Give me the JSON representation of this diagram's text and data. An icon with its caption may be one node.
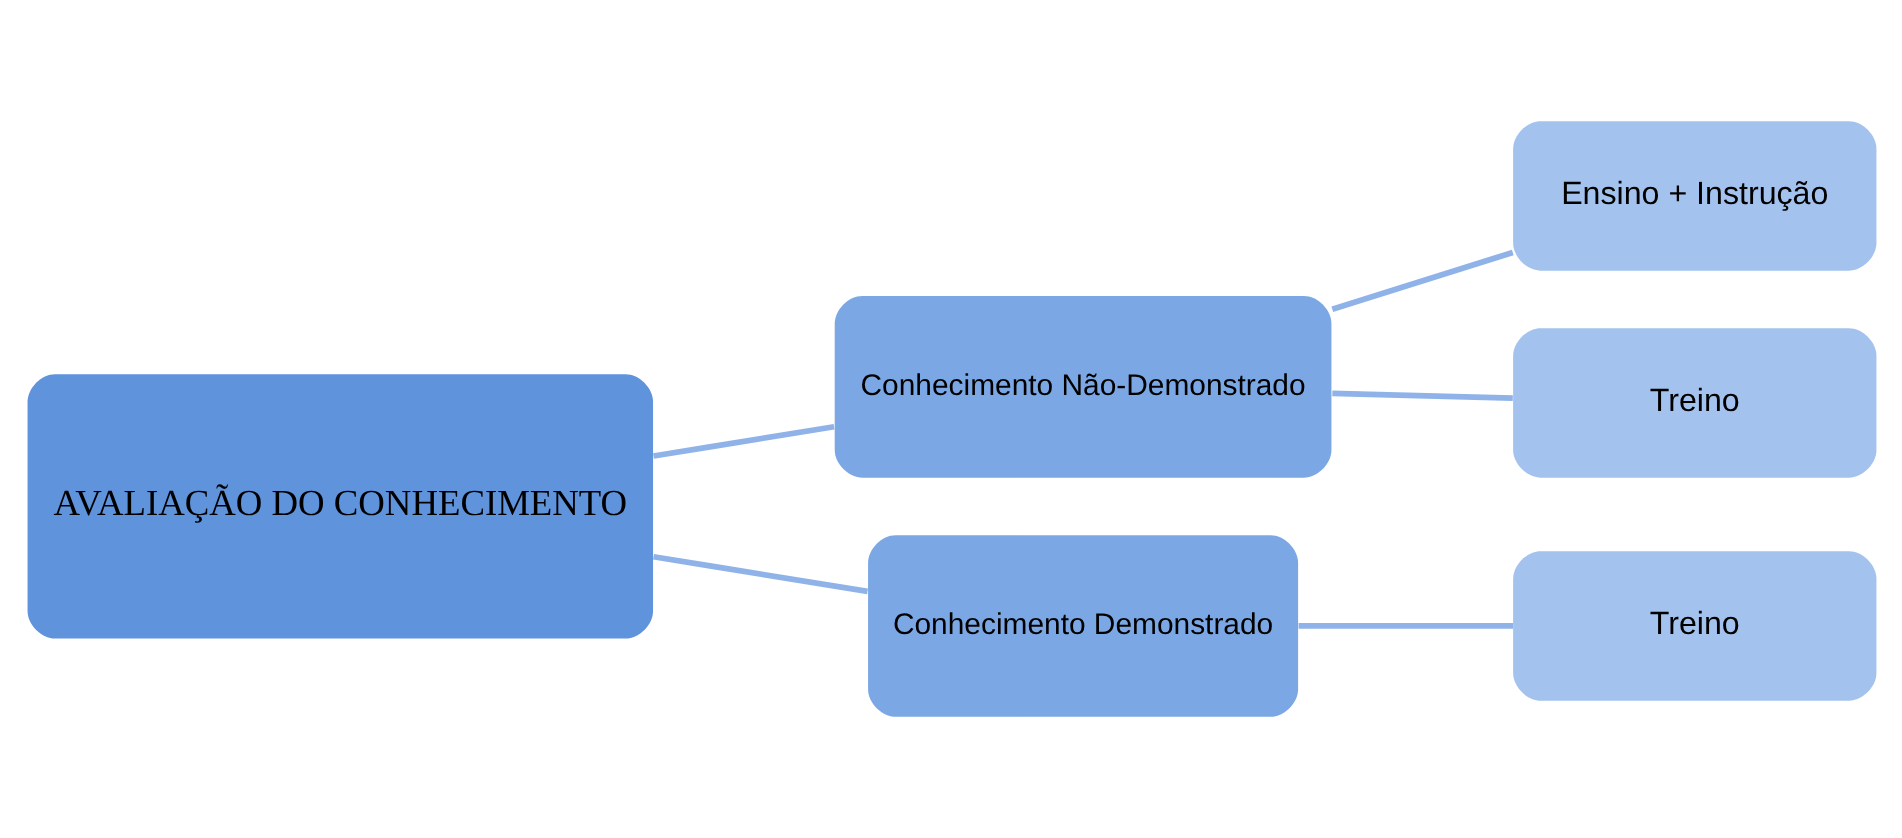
{
  "diagram": {
    "nodes": [
      {
        "text": [
          "AVALIAÇÃO DO CONHECIMENTO"
        ]
      },
      {
        "text": [
          "Conhecimento Não-Demonstrado"
        ]
      },
      {
        "text": [
          "Ensino + Instrução"
        ]
      },
      {
        "text": [
          "Treino"
        ]
      },
      {
        "text": [
          "Conhecimento Demonstrado"
        ]
      },
      {
        "text": [
          "Treino"
        ]
      }
    ],
    "edges": [
      {
        "from": 0,
        "to": 1,
        "arrow": "none"
      },
      {
        "from": 0,
        "to": 4,
        "arrow": "none"
      },
      {
        "from": 1,
        "to": 2,
        "arrow": "none"
      },
      {
        "from": 1,
        "to": 3,
        "arrow": "none"
      },
      {
        "from": 4,
        "to": 5,
        "arrow": "none"
      }
    ]
  }
}
